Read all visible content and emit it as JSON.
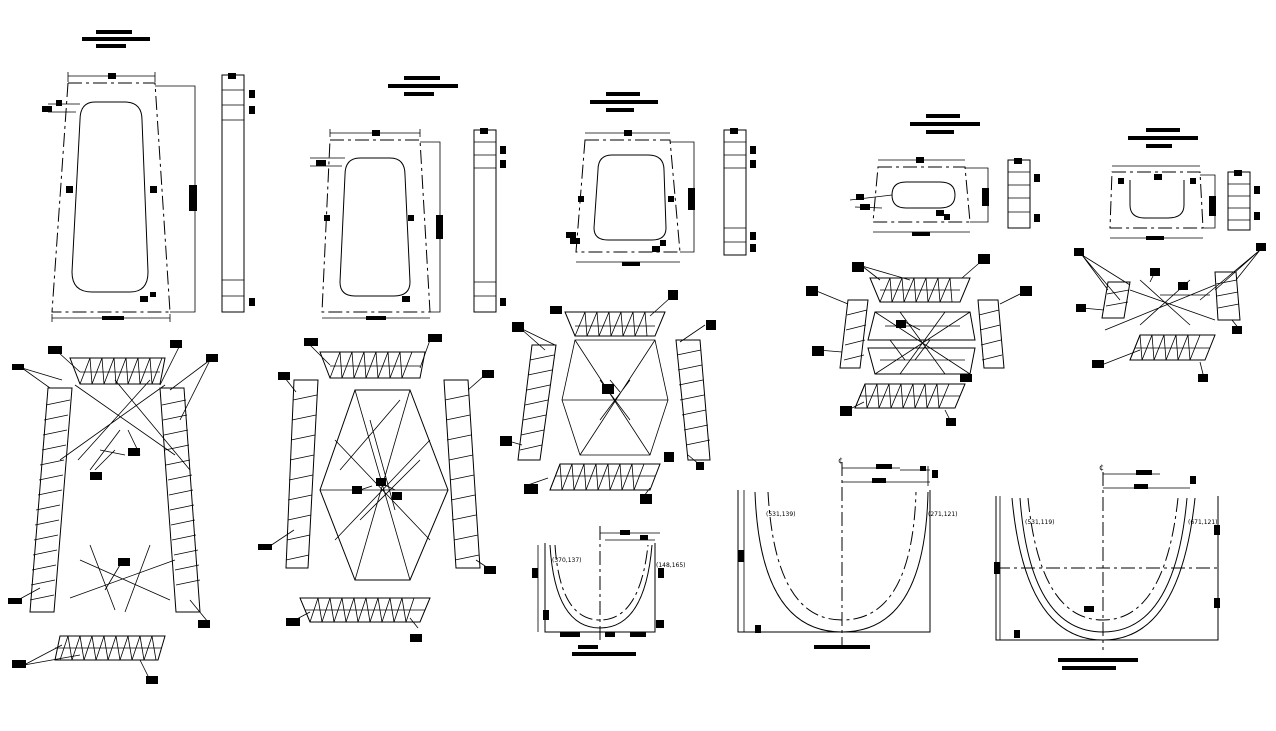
{
  "drawing": {
    "coordinate_labels": [
      "(531,139)",
      "(271,121)",
      "(370,137)",
      "(148,165)",
      "(531,119)",
      "(671,121)"
    ],
    "symbols": {
      "centerline": "¢"
    },
    "icon_names": [
      "centerline-symbol"
    ]
  }
}
